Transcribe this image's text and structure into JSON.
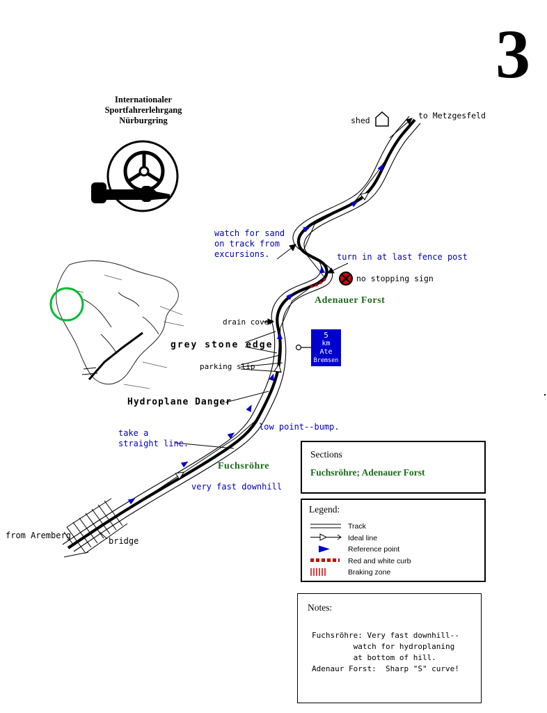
{
  "page_number": "3",
  "title": {
    "line1": "Internationaler",
    "line2": "Sportfahrerlehrgang",
    "line3": "Nürburgring"
  },
  "annotations": {
    "to_metzgesfeld": "to Metzgesfeld",
    "shed": "shed",
    "watch_sand": "watch for sand\non track from\nexcursions.",
    "turn_in": "turn in at last fence post",
    "no_stopping": "no stopping sign",
    "adenauer_forst": "Adenauer Forst",
    "drain_cover": "drain cover",
    "grey_stone_edge": "grey stone edge",
    "parking_slip": "parking slip",
    "hydroplane_danger": "Hydroplane Danger",
    "low_point": "low point--bump.",
    "take_straight": "take a\nstraight line.",
    "fuchsroehre": "Fuchsröhre",
    "very_fast_downhill": "very fast downhill",
    "from_aremberg": "from Aremberg",
    "bridge": "bridge"
  },
  "sign": {
    "lines": [
      "5",
      "km",
      "Ate",
      "Bremsen"
    ]
  },
  "sections_box": {
    "title": "Sections",
    "value": "Fuchsröhre; Adenauer Forst"
  },
  "legend": {
    "title": "Legend:",
    "items": [
      "Track",
      "Ideal line",
      "Reference point",
      "Red and white curb",
      "Braking zone"
    ]
  },
  "notes": {
    "title": "Notes:",
    "body": "Fuchsröhre: Very fast downhill--\n         watch for hydroplaning\n         at bottom of hill.\nAdenaur Forst:  Sharp \"S\" curve!"
  },
  "colors": {
    "annotation_blue": "#0000bb",
    "section_green": "#1a6b1a",
    "sign_blue": "#0000cc",
    "curb_red": "#cc0000",
    "highlight_green": "#00bb33"
  }
}
